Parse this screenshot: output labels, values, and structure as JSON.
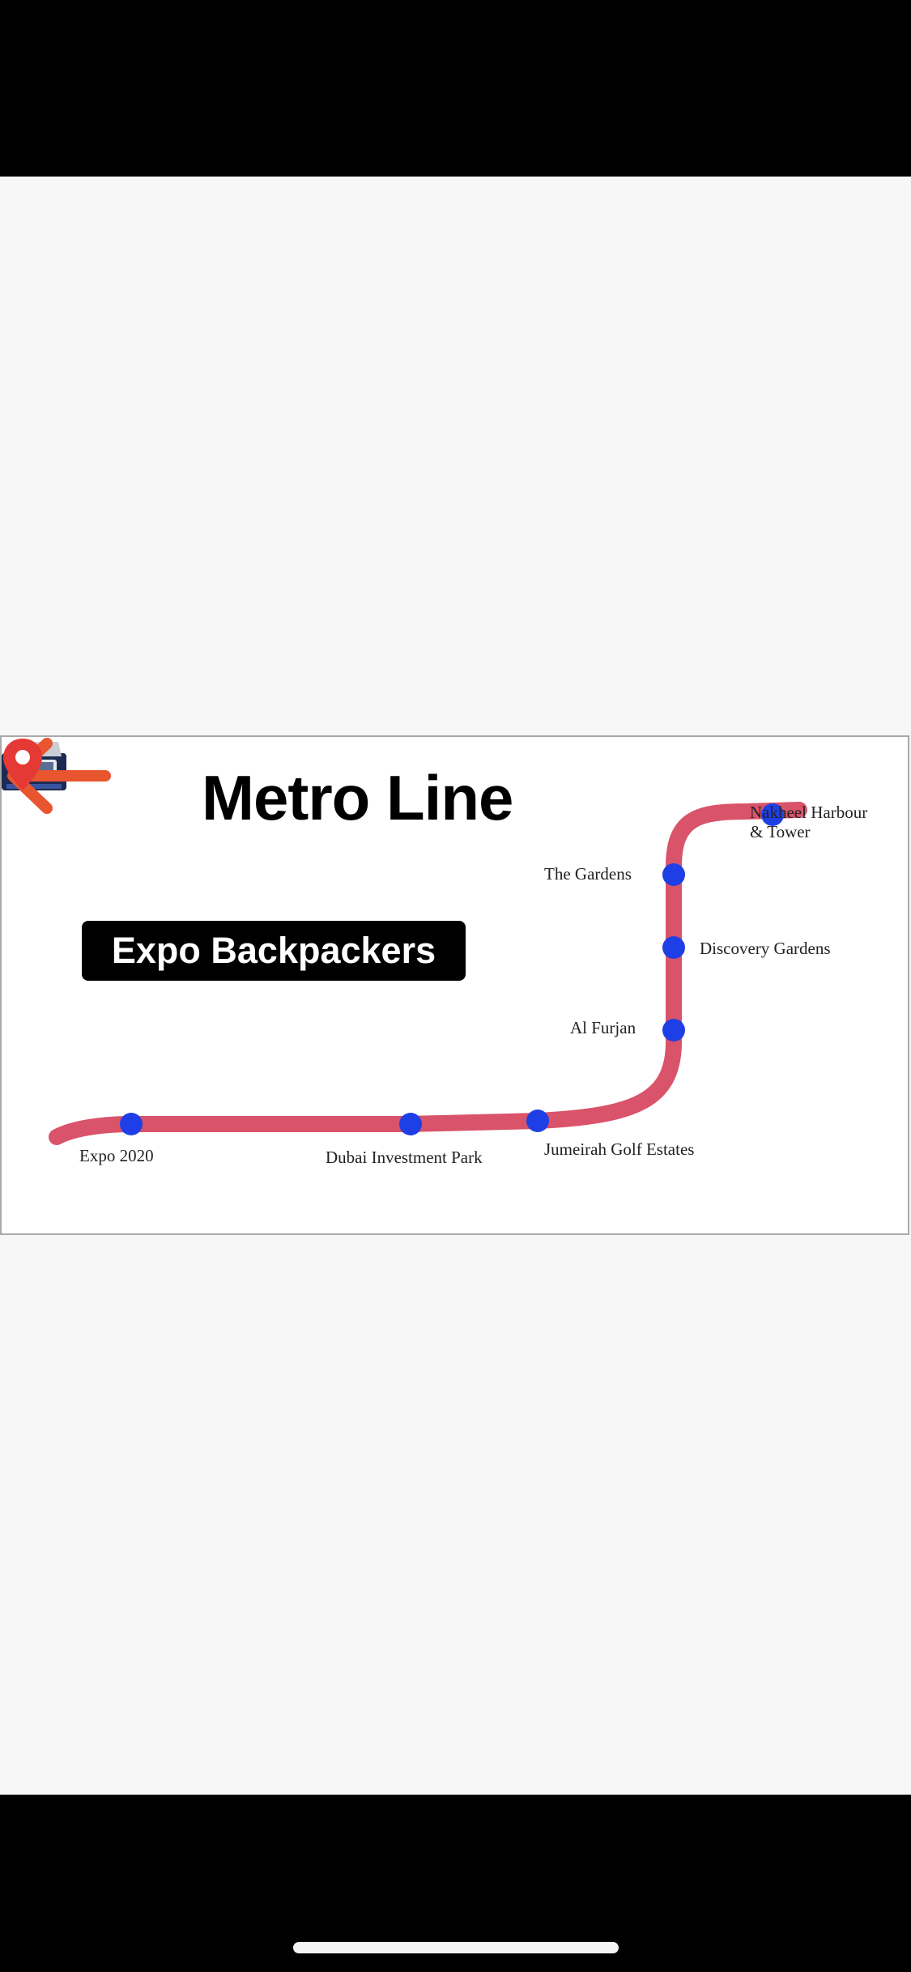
{
  "map": {
    "title": "Metro Line",
    "badge": "Expo Backpackers",
    "colors": {
      "line": "#d9536a",
      "station": "#1f3fe6",
      "pin": "#e53935",
      "arrow": "#e8552f",
      "badge_bg": "#000000"
    },
    "icons": [
      "train-icon",
      "location-pin-icon",
      "arrow-left-icon"
    ],
    "stations": [
      {
        "name": "Expo 2020"
      },
      {
        "name": "Dubai Investment Park"
      },
      {
        "name": "Jumeirah Golf Estates"
      },
      {
        "name": "Al Furjan"
      },
      {
        "name": "Discovery Gardens"
      },
      {
        "name": "The Gardens"
      },
      {
        "name": "Nakheel Harbour",
        "line2": "& Tower"
      }
    ]
  }
}
